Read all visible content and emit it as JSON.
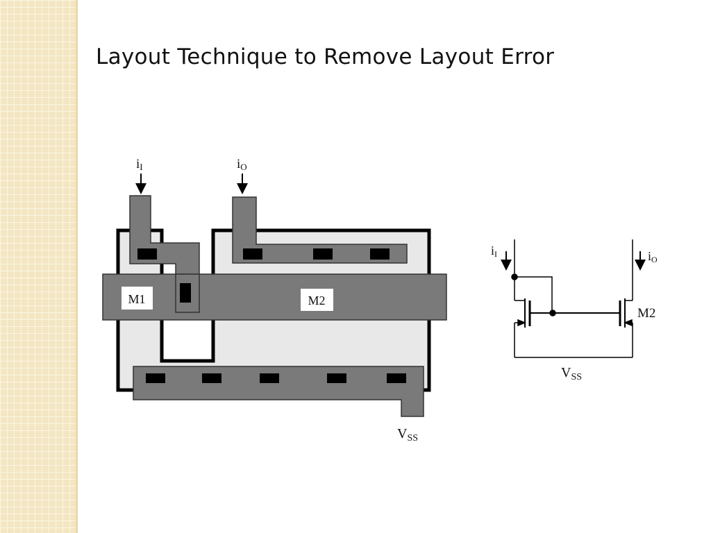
{
  "slide": {
    "title": "Layout Technique to Remove Layout Error"
  },
  "layout_diagram": {
    "labels": {
      "input_current": "i",
      "input_current_sub": "I",
      "output_current": "i",
      "output_current_sub": "O",
      "m1": "M1",
      "m2": "M2",
      "vss": "V",
      "vss_sub": "SS"
    }
  },
  "schematic": {
    "labels": {
      "input_current": "i",
      "input_current_sub": "I",
      "output_current": "i",
      "output_current_sub": "O",
      "m2": "M2",
      "vss": "V",
      "vss_sub": "SS"
    }
  },
  "colors": {
    "metal": "#7a7a7a",
    "diffusion": "#e8e8e8",
    "contact": "#000000",
    "background_strip": "#f3e6c2"
  }
}
